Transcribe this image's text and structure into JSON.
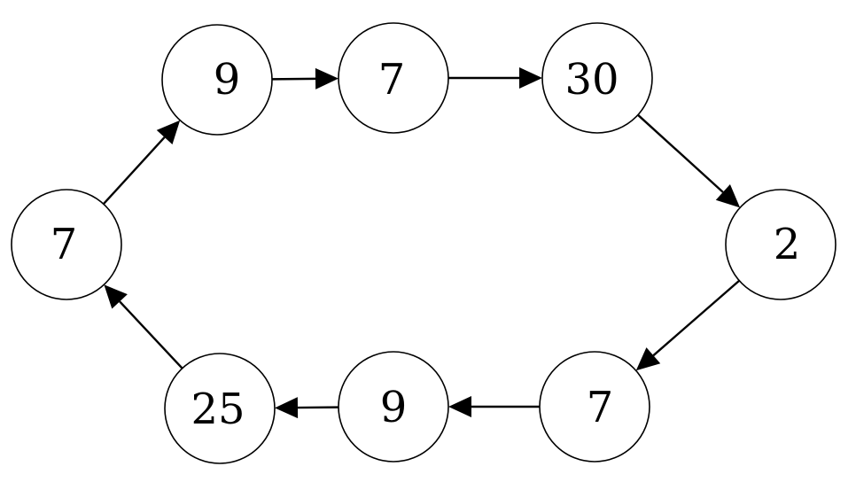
{
  "diagram": {
    "type": "directed-cycle",
    "nodes": [
      {
        "id": "n1",
        "label": "9"
      },
      {
        "id": "n2",
        "label": "7"
      },
      {
        "id": "n3",
        "label": "30"
      },
      {
        "id": "n4",
        "label": "2"
      },
      {
        "id": "n5",
        "label": "7"
      },
      {
        "id": "n6",
        "label": "9"
      },
      {
        "id": "n7",
        "label": "25"
      },
      {
        "id": "n8",
        "label": "7"
      }
    ],
    "edges": [
      {
        "from": "n1",
        "to": "n2"
      },
      {
        "from": "n2",
        "to": "n3"
      },
      {
        "from": "n3",
        "to": "n4"
      },
      {
        "from": "n4",
        "to": "n5"
      },
      {
        "from": "n5",
        "to": "n6"
      },
      {
        "from": "n6",
        "to": "n7"
      },
      {
        "from": "n7",
        "to": "n8"
      },
      {
        "from": "n8",
        "to": "n1"
      }
    ],
    "colors": {
      "stroke": "#000000",
      "fill": "#ffffff",
      "arrow": "#000000"
    }
  }
}
